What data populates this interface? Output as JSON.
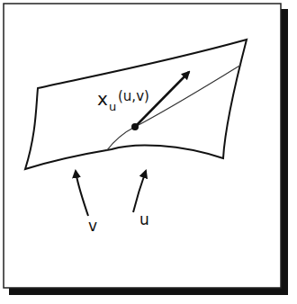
{
  "diagram": {
    "labels": [
      "x",
      "u",
      "(u,v)",
      "v",
      "u"
    ]
  }
}
